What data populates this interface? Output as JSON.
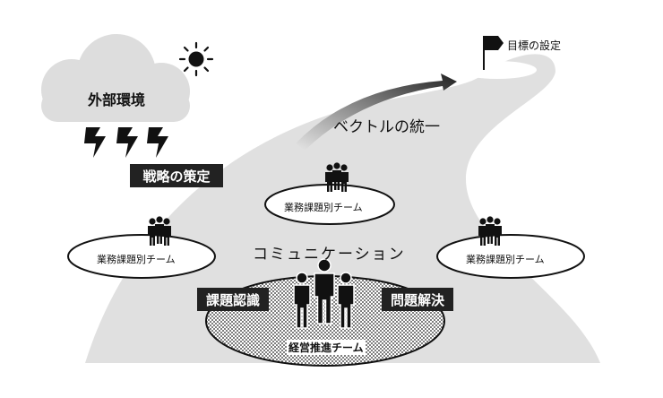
{
  "diagram": {
    "external_environment": "外部環境",
    "strategy": "戦略の策定",
    "vector_alignment": "ベクトルの統一",
    "goal_setting": "目標の設定",
    "communication": "コミュニケーション",
    "issue_recognition": "課題認識",
    "problem_solving": "問題解決",
    "management_team": "経営推進チーム",
    "team_label": "業務課題別チーム"
  },
  "icons": [
    "sun-icon",
    "lightning-icon",
    "flag-icon",
    "people-group-icon",
    "arrow-icon"
  ],
  "colors": {
    "road": "#e0e0e0",
    "cloud": "#dddddd",
    "dark": "#222222"
  }
}
